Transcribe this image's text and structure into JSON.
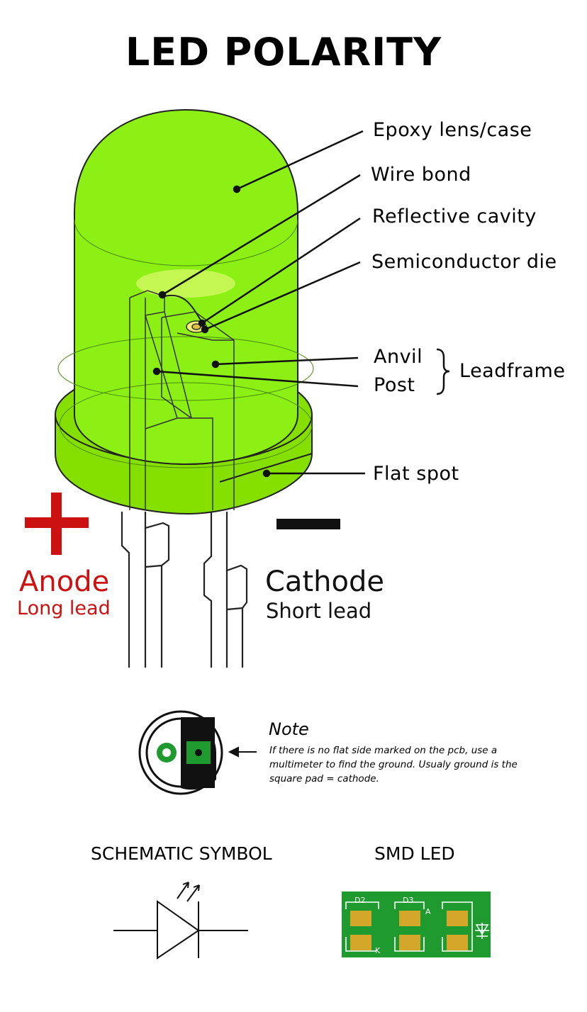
{
  "title": "LED POLARITY",
  "labels": {
    "epoxy": "Epoxy lens/case",
    "wire_bond": "Wire bond",
    "reflective_cavity": "Reflective cavity",
    "semiconductor_die": "Semiconductor die",
    "anvil": "Anvil",
    "post": "Post",
    "leadframe": "Leadframe",
    "flat_spot": "Flat spot"
  },
  "polarity": {
    "plus": "+",
    "minus": "−",
    "anode_title": "Anode",
    "anode_sub": "Long lead",
    "cathode_title": "Cathode",
    "cathode_sub": "Short lead"
  },
  "note": {
    "title": "Note",
    "text": "If there is no flat side marked on the pcb, use a multimeter to find the ground. Usualy ground is the square pad = cathode."
  },
  "schematic_label": "SCHEMATIC SYMBOL",
  "smd_label": "SMD LED",
  "smd_pcb": {
    "d2": "D2",
    "d3": "D3",
    "a_mark": "A",
    "k_mark": "K"
  },
  "colors": {
    "led_green": "#88ee11",
    "anode_red": "#cc1111",
    "pcb_green": "#1e9a2e",
    "pad_gold": "#d4a62a"
  }
}
